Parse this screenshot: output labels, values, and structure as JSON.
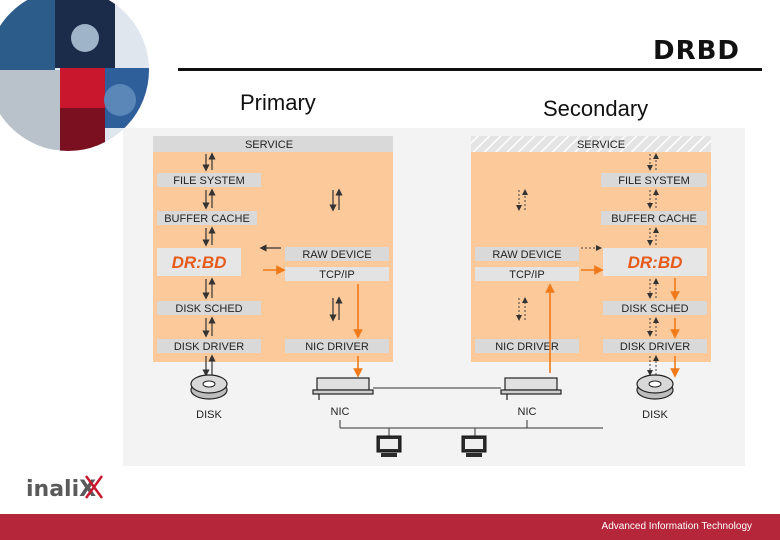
{
  "title": "DRBD",
  "columns": {
    "primary": "Primary",
    "secondary": "Secondary"
  },
  "primary": {
    "service": "SERVICE",
    "file_system": "FILE SYSTEM",
    "buffer_cache": "BUFFER CACHE",
    "drbd_logo": "DR:BD",
    "raw_device": "RAW DEVICE",
    "tcp_ip": "TCP/IP",
    "disk_sched": "DISK SCHED",
    "disk_driver": "DISK DRIVER",
    "nic_driver": "NIC DRIVER",
    "disk": "DISK",
    "nic": "NIC"
  },
  "secondary": {
    "service": "SERVICE",
    "file_system": "FILE SYSTEM",
    "buffer_cache": "BUFFER CACHE",
    "drbd_logo": "DR:BD",
    "raw_device": "RAW DEVICE",
    "tcp_ip": "TCP/IP",
    "disk_sched": "DISK SCHED",
    "disk_driver": "DISK DRIVER",
    "nic_driver": "NIC DRIVER",
    "disk": "DISK",
    "nic": "NIC"
  },
  "brand": {
    "name": "inaliX"
  },
  "footer": {
    "text": "Advanced Information Technology"
  },
  "colors": {
    "panel": "#fbc99a",
    "box": "#d9d9d9",
    "arrow_active": "#f07a1a",
    "footer": "#b5263b"
  }
}
